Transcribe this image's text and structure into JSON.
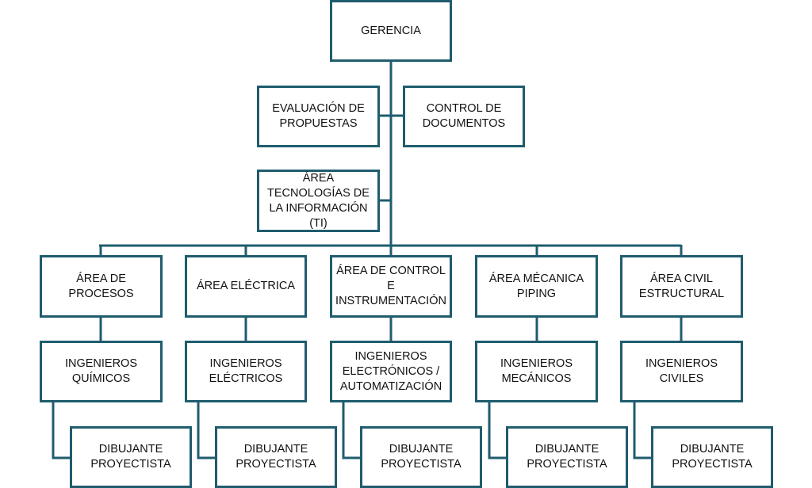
{
  "colors": {
    "line": "#1f5c6e",
    "box_border": "#1f5c6e",
    "text": "#111111"
  },
  "org_chart": {
    "gerencia": "GERENCIA",
    "evaluacion": "EVALUACIÓN DE\nPROPUESTAS",
    "control_documentos": "CONTROL DE\nDOCUMENTOS",
    "ti": "ÁREA\nTECNOLOGÍAS DE\nLA INFORMACIÓN\n(TI)",
    "areas": [
      {
        "area": "ÁREA DE PROCESOS",
        "ingenieros": "INGENIEROS\nQUÍMICOS",
        "dibujante": "DIBUJANTE\nPROYECTISTA"
      },
      {
        "area": "ÁREA ELÉCTRICA",
        "ingenieros": "INGENIEROS\nELÉCTRICOS",
        "dibujante": "DIBUJANTE\nPROYECTISTA"
      },
      {
        "area": "ÁREA DE CONTROL\nE\nINSTRUMENTACIÓN",
        "ingenieros": "INGENIEROS\nELECTRÓNICOS /\nAUTOMATIZACIÓN",
        "dibujante": "DIBUJANTE\nPROYECTISTA"
      },
      {
        "area": "ÁREA MÉCANICA\nPIPING",
        "ingenieros": "INGENIEROS\nMECÁNICOS",
        "dibujante": "DIBUJANTE\nPROYECTISTA"
      },
      {
        "area": "ÁREA CIVIL\nESTRUCTURAL",
        "ingenieros": "INGENIEROS\nCIVILES",
        "dibujante": "DIBUJANTE\nPROYECTISTA"
      }
    ]
  }
}
